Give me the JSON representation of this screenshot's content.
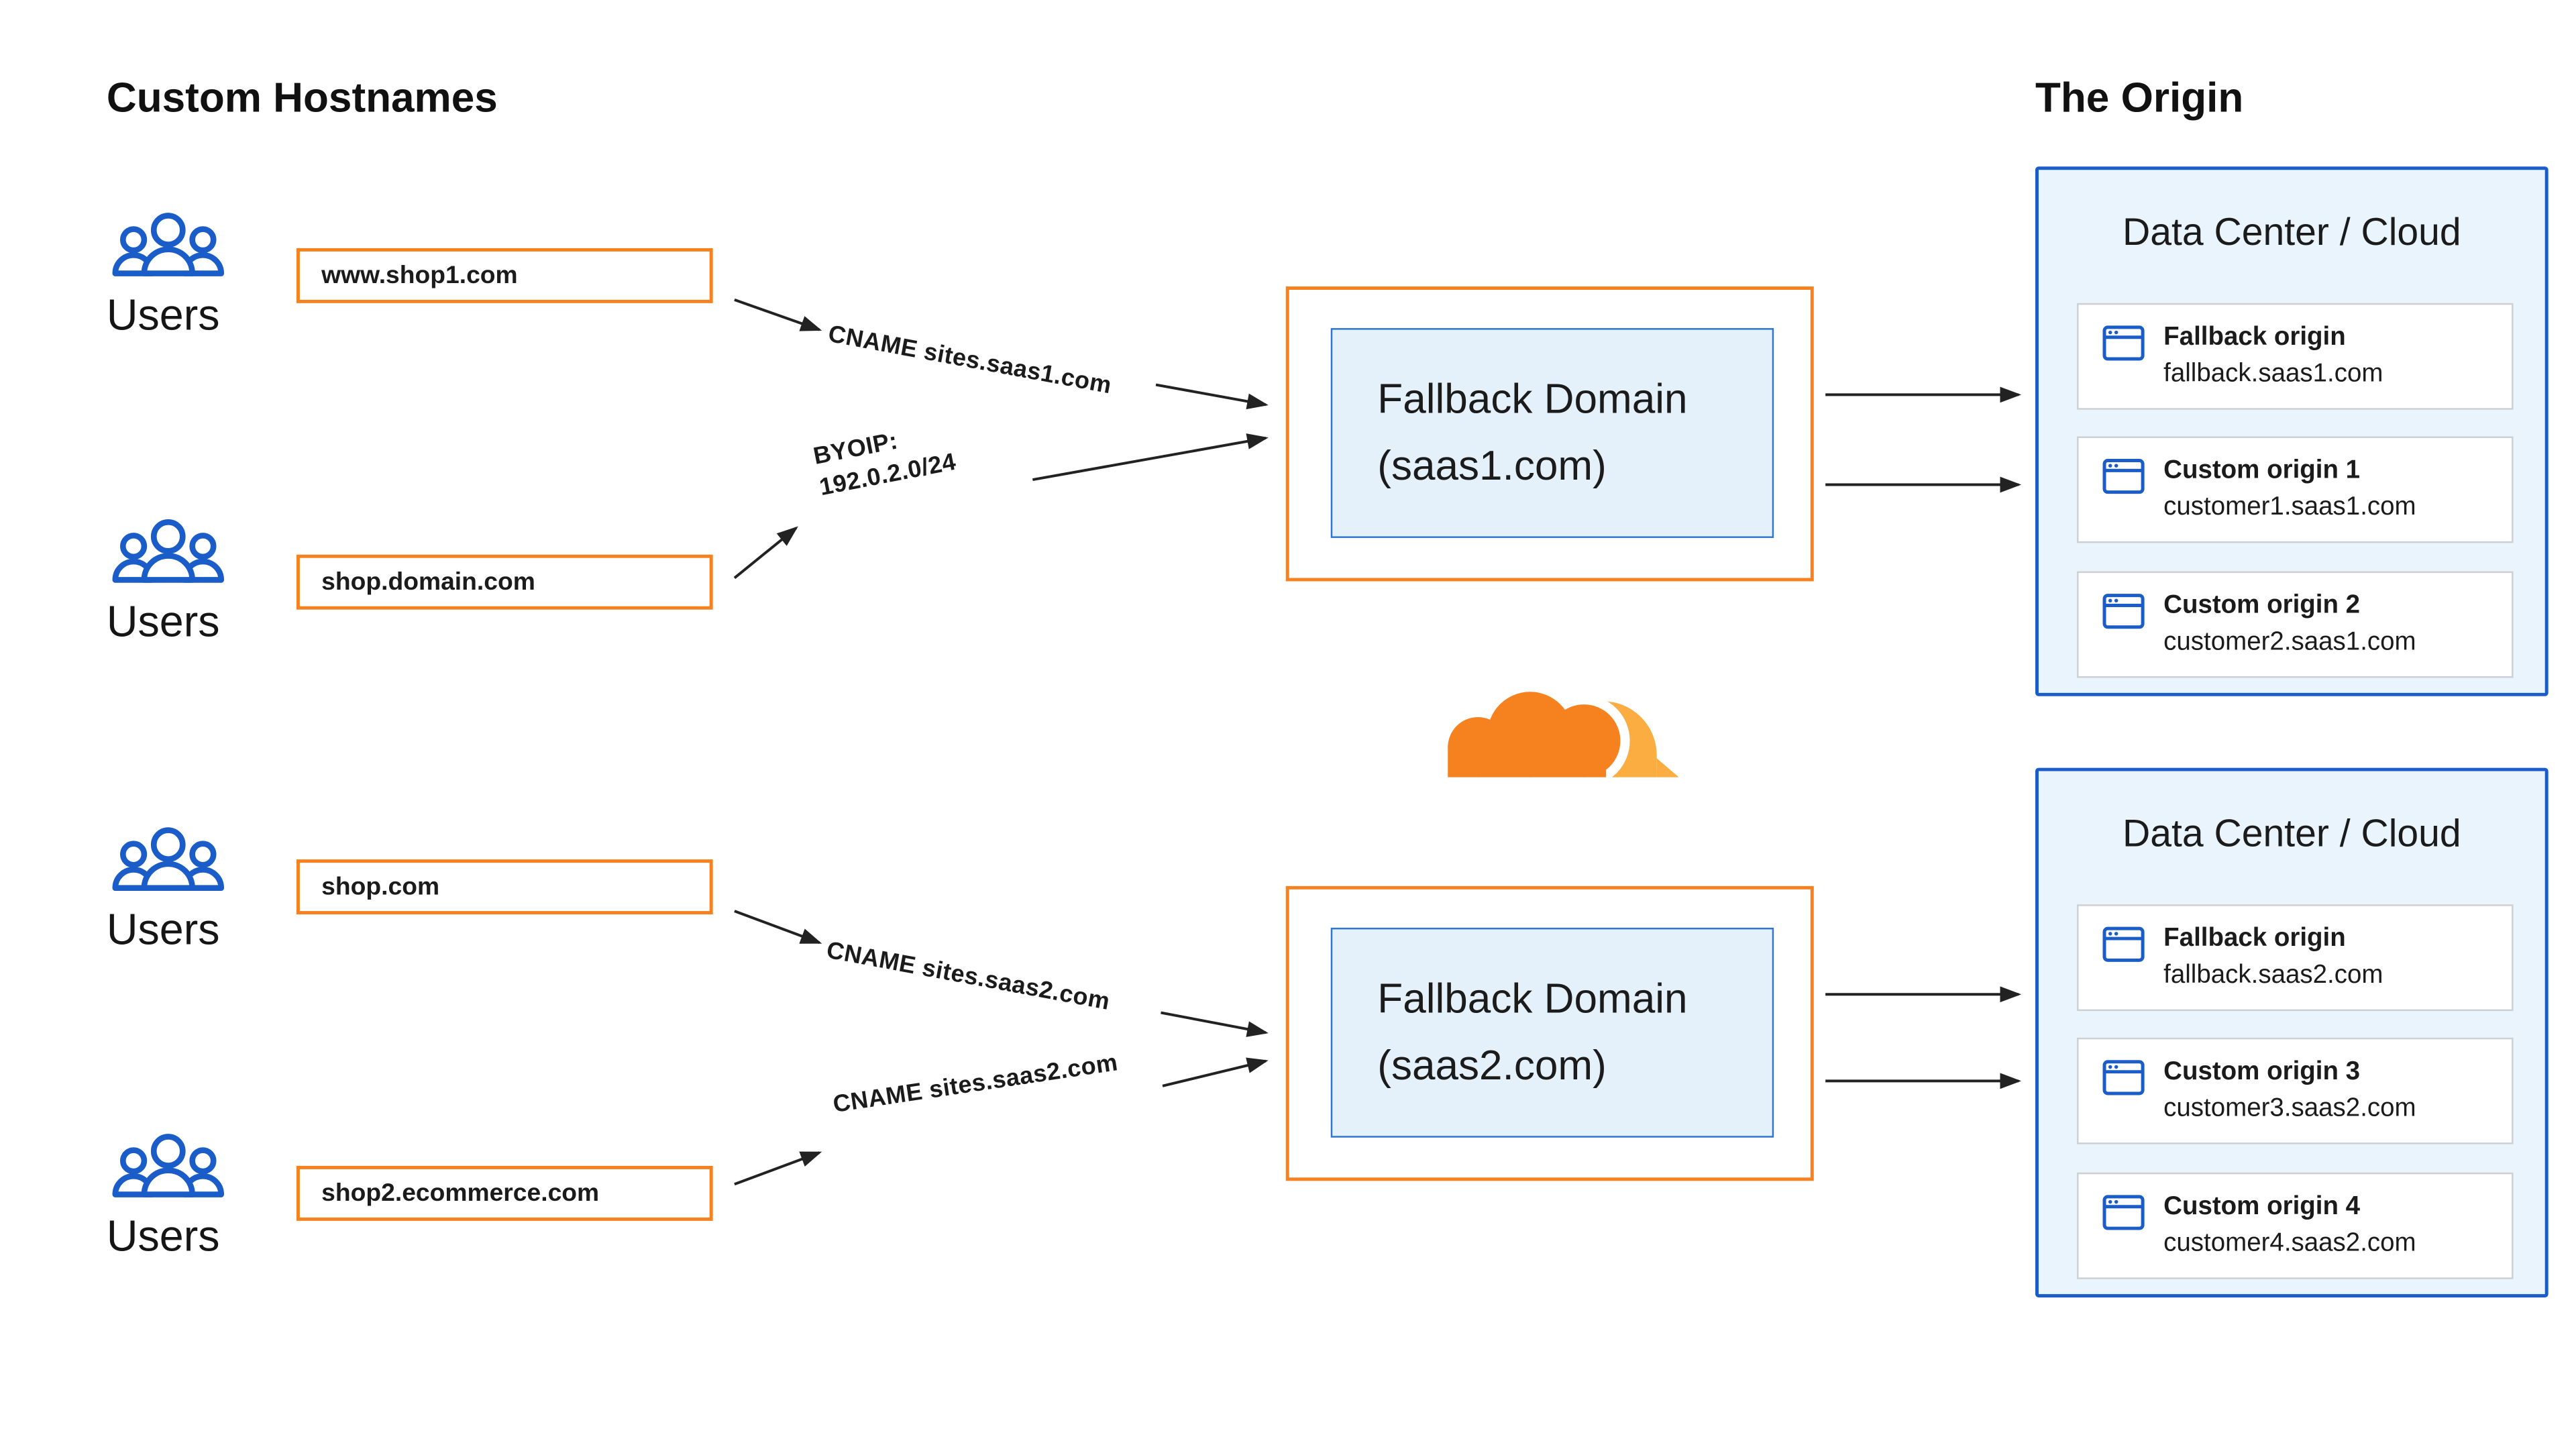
{
  "titles": {
    "custom_hostnames": "Custom Hostnames",
    "the_origin": "The Origin"
  },
  "users_label": "Users",
  "hostnames": [
    "www.shop1.com",
    "shop.domain.com",
    "shop.com",
    "shop2.ecommerce.com"
  ],
  "edges": {
    "cname_saas1": "CNAME sites.saas1.com",
    "byoip_line1": "BYOIP:",
    "byoip_line2": "192.0.2.0/24",
    "cname_saas2_a": "CNAME sites.saas2.com",
    "cname_saas2_b": "CNAME sites.saas2.com"
  },
  "fallback_domains": [
    {
      "name": "Fallback Domain",
      "domain": "(saas1.com)"
    },
    {
      "name": "Fallback Domain",
      "domain": "(saas2.com)"
    }
  ],
  "data_centers": [
    {
      "title": "Data Center / Cloud",
      "origins": [
        {
          "name": "Fallback origin",
          "host": "fallback.saas1.com"
        },
        {
          "name": "Custom origin 1",
          "host": "customer1.saas1.com"
        },
        {
          "name": "Custom origin 2",
          "host": "customer2.saas1.com"
        }
      ]
    },
    {
      "title": "Data Center / Cloud",
      "origins": [
        {
          "name": "Fallback origin",
          "host": "fallback.saas2.com"
        },
        {
          "name": "Custom origin 3",
          "host": "customer3.saas2.com"
        },
        {
          "name": "Custom origin 4",
          "host": "customer4.saas2.com"
        }
      ]
    }
  ],
  "colors": {
    "orange": "#f6821f",
    "blue": "#1a5cc8",
    "panel_bg": "#eaf4fc",
    "cloud_light": "#fbad41"
  }
}
